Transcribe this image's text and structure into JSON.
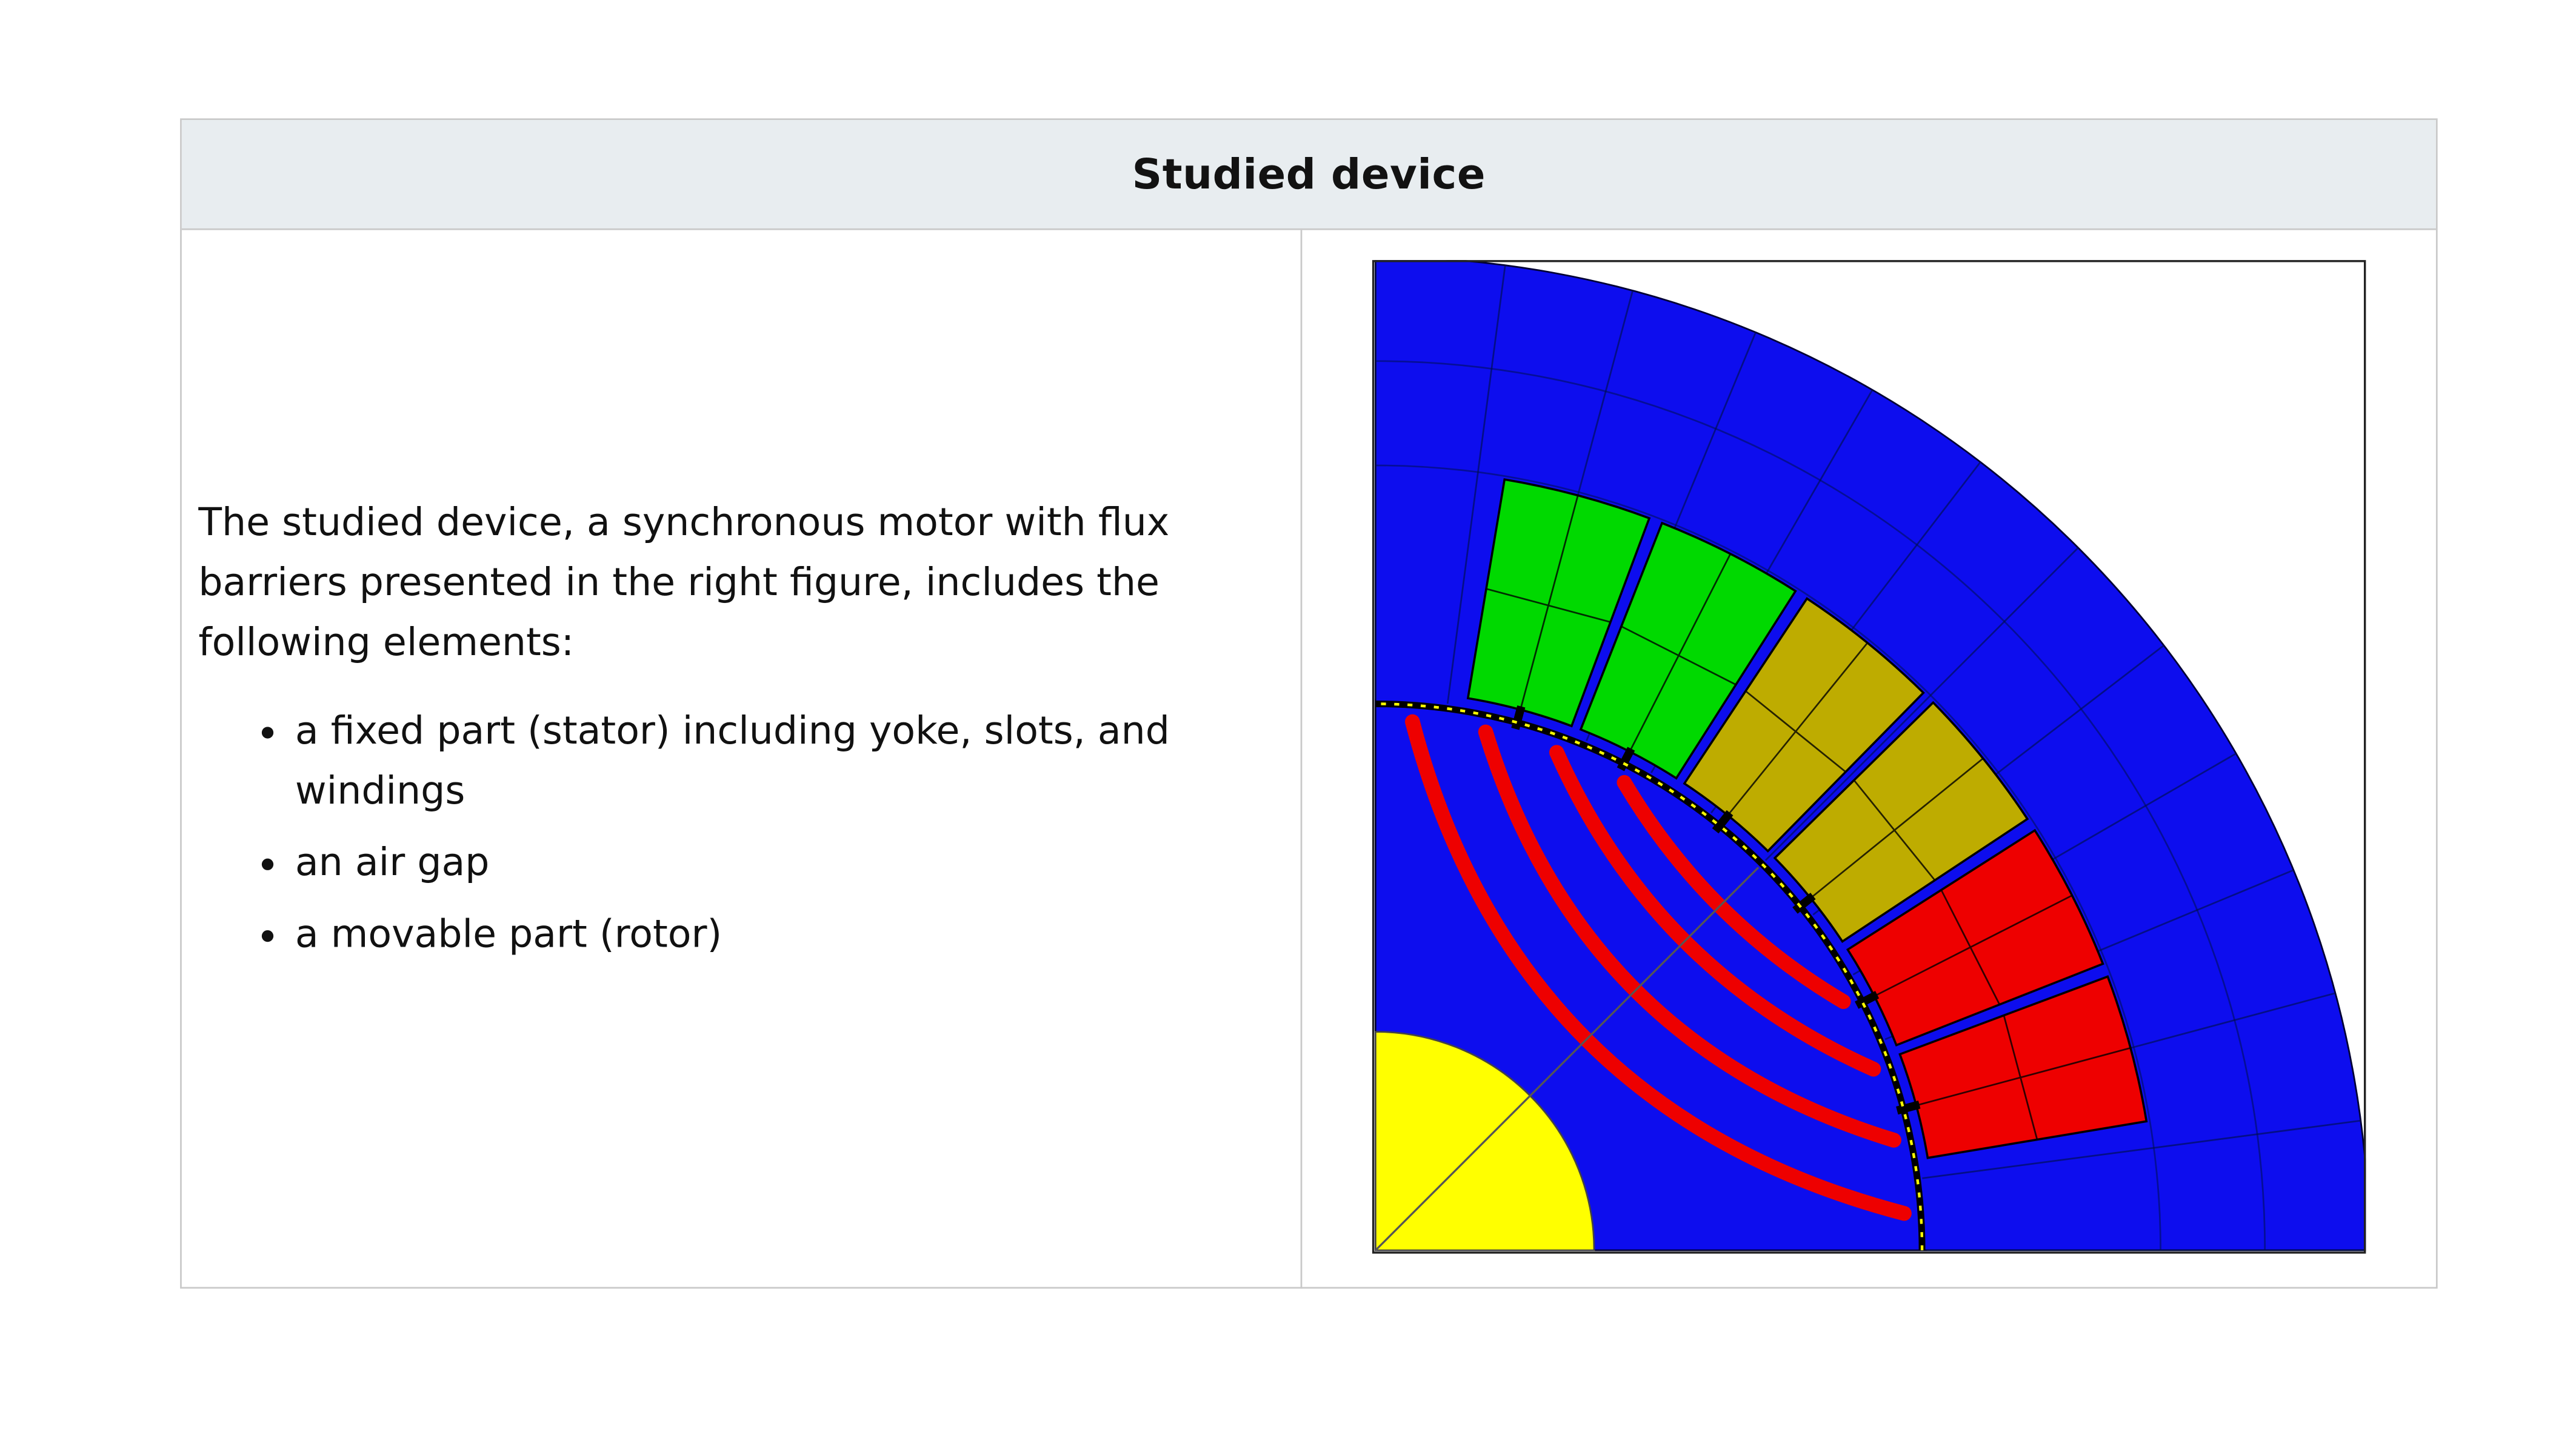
{
  "header": {
    "title": "Studied device"
  },
  "description": {
    "paragraph": "The studied device, a synchronous motor with flux barriers presented in the right figure, includes the following elements:",
    "bullets": [
      "a fixed part (stator) including yoke, slots, and windings",
      "an air gap",
      "a movable part (rotor)"
    ]
  },
  "figure": {
    "colors": {
      "core_blue": "#0d0dee",
      "shaft_yellow": "#ffff00",
      "barrier_red": "#ee0000",
      "airgap_dots_yellow": "#ffff00",
      "mesh_line": "#001050",
      "frame": "#222222",
      "background": "#ffffff",
      "header_bg": "#e8edf0",
      "table_border": "#c9c9c9"
    },
    "slot_colors": [
      "#00d900",
      "#00d900",
      "#beac00",
      "#beac00",
      "#ee0000",
      "#ee0000"
    ]
  }
}
